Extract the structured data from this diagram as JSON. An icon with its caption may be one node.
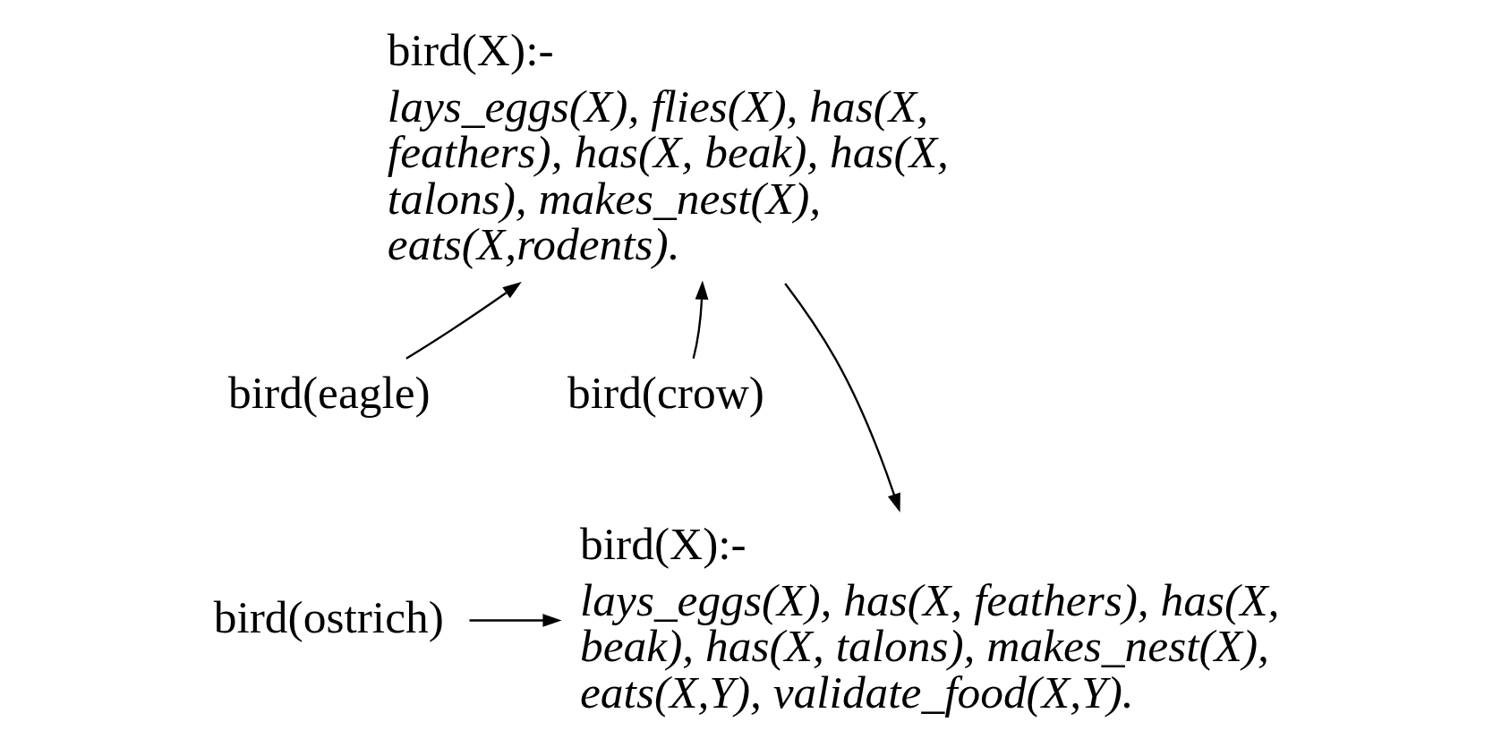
{
  "diagram": {
    "nodes": [
      {
        "text": [
          "bird(X):-",
          "lays_eggs(X), flies(X), has(X, feathers), has(X, beak), has(X, talons), makes_nest(X), eats(X,rodents)."
        ]
      },
      {
        "text": [
          "bird(eagle)"
        ]
      },
      {
        "text": [
          "bird(crow)"
        ]
      },
      {
        "text": [
          "bird(ostrich)"
        ]
      },
      {
        "text": [
          "bird(X):-",
          "lays_eggs(X), has(X, feathers), has(X, beak), has(X, talons), makes_nest(X), eats(X,Y), validate_food(X,Y)."
        ]
      }
    ],
    "edges": [
      {
        "from": 1,
        "to": 0,
        "arrow": "to"
      },
      {
        "from": 2,
        "to": 0,
        "arrow": "to"
      },
      {
        "from": 0,
        "to": 4,
        "arrow": "to"
      },
      {
        "from": 3,
        "to": 4,
        "arrow": "to"
      }
    ]
  }
}
